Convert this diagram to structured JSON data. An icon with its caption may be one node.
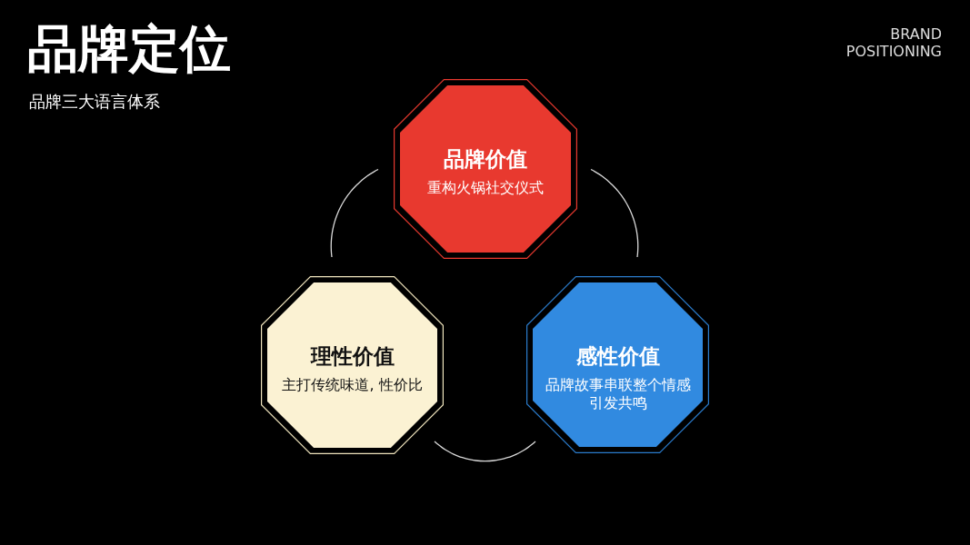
{
  "diagram": {
    "title": "品牌定位",
    "nodes": [
      {
        "text": [
          "品牌价值",
          "重构火锅社交仪式"
        ]
      },
      {
        "text": [
          "理性价值",
          "主打传统味道, 性价比"
        ]
      },
      {
        "text": [
          "感性价值",
          "品牌故事串联整个情感引发共鸣"
        ]
      }
    ],
    "edges": [
      {
        "from": 1,
        "to": 0,
        "arrow": "none"
      },
      {
        "from": 0,
        "to": 2,
        "arrow": "none"
      },
      {
        "from": 2,
        "to": 1,
        "arrow": "none"
      }
    ],
    "labels": [
      "品牌三大语言体系",
      "BRAND POSITIONING"
    ]
  }
}
